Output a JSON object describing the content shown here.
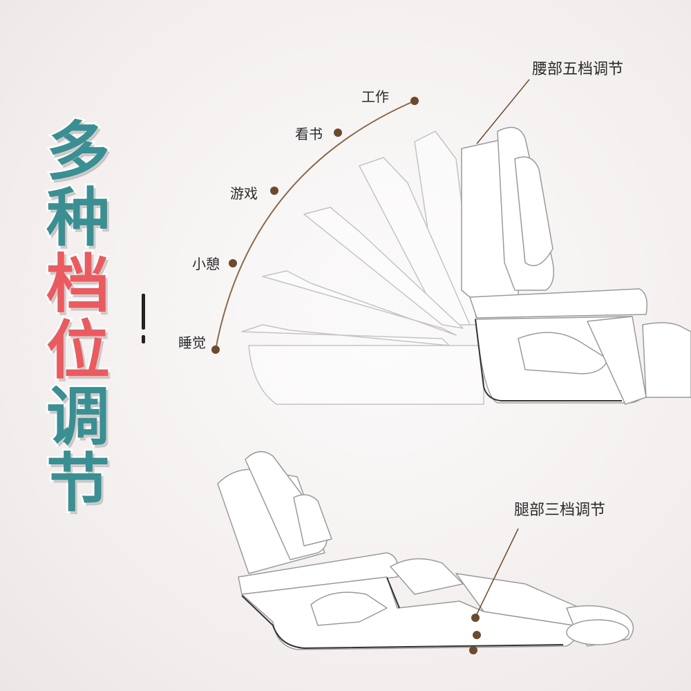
{
  "headline": [
    "多",
    "种",
    "档",
    "位",
    "调",
    "节"
  ],
  "positions": {
    "work": "工作",
    "read": "看书",
    "game": "游戏",
    "nap": "小憩",
    "sleep": "睡觉"
  },
  "callouts": {
    "waist": "腰部五档调节",
    "leg": "腿部三档调节"
  },
  "colors": {
    "teal": "#3a8f93",
    "red": "#ea5b5f",
    "dot": "#6b4a2e"
  }
}
